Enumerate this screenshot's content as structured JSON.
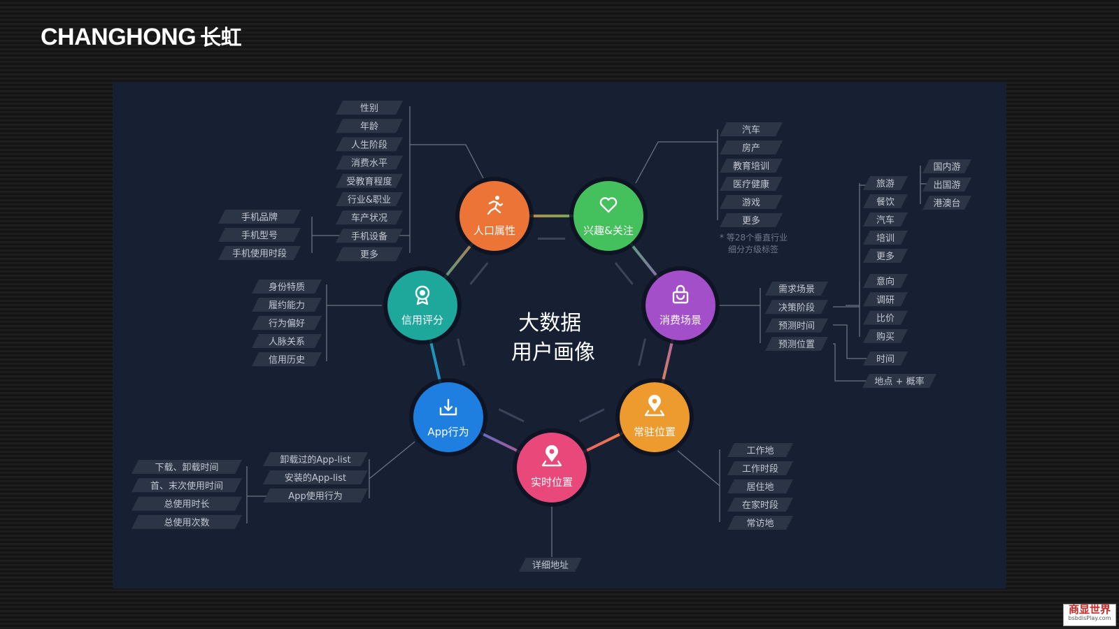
{
  "brand": {
    "latin": "CHANGHONG",
    "chinese": "长虹"
  },
  "center": {
    "line1": "大数据",
    "line2": "用户画像"
  },
  "colors": {
    "panel_bg": "#172033",
    "tag_bg": "#2b3546",
    "tag_text": "#c3c8d2",
    "connector": "#6b7280",
    "demographics": "#ec7437",
    "interests": "#44c05c",
    "consumption": "#a24fc9",
    "residence": "#ed9a2e",
    "realtime": "#e8487a",
    "app": "#1f7fe0",
    "credit": "#1ea89c"
  },
  "nodes": {
    "demographics": {
      "label": "人口属性",
      "icon": "running-person-icon"
    },
    "interests": {
      "label": "兴趣&关注",
      "icon": "heart-icon"
    },
    "consumption": {
      "label": "消费场景",
      "icon": "shopping-bag-icon"
    },
    "residence": {
      "label": "常驻位置",
      "icon": "location-pin-icon"
    },
    "realtime": {
      "label": "实时位置",
      "icon": "map-pin-icon"
    },
    "app": {
      "label": "App行为",
      "icon": "download-icon"
    },
    "credit": {
      "label": "信用评分",
      "icon": "medal-icon"
    }
  },
  "tags": {
    "demographics": [
      "性别",
      "年龄",
      "人生阶段",
      "消费水平",
      "受教育程度",
      "行业&职业",
      "车产状况",
      "手机设备",
      "更多"
    ],
    "phone": [
      "手机品牌",
      "手机型号",
      "手机使用时段"
    ],
    "interests": [
      "汽车",
      "房产",
      "教育培训",
      "医疗健康",
      "游戏",
      "更多"
    ],
    "interests_note": [
      "* 等28个垂直行业",
      "细分方级标签"
    ],
    "consumer_interests": [
      "旅游",
      "餐饮",
      "汽车",
      "培训",
      "更多"
    ],
    "travel": [
      "国内游",
      "出国游",
      "港澳台"
    ],
    "consumption": [
      "需求场景",
      "决策阶段",
      "预测时间",
      "预测位置"
    ],
    "decision": [
      "意向",
      "调研",
      "比价",
      "购买"
    ],
    "predict_time": "时间",
    "predict_place": "地点 + 概率",
    "credit": [
      "身份特质",
      "履约能力",
      "行为偏好",
      "人脉关系",
      "信用历史"
    ],
    "app": [
      "卸载过的App-list",
      "安装的App-list",
      "App使用行为"
    ],
    "app_usage": [
      "下载、卸载时间",
      "首、末次使用时间",
      "总使用时长",
      "总使用次数"
    ],
    "residence": [
      "工作地",
      "工作时段",
      "居住地",
      "在家时段",
      "常访地"
    ],
    "realtime": [
      "详细地址"
    ]
  },
  "watermark": {
    "main": "商显世界",
    "sub": "bsbdisPlay.com"
  }
}
